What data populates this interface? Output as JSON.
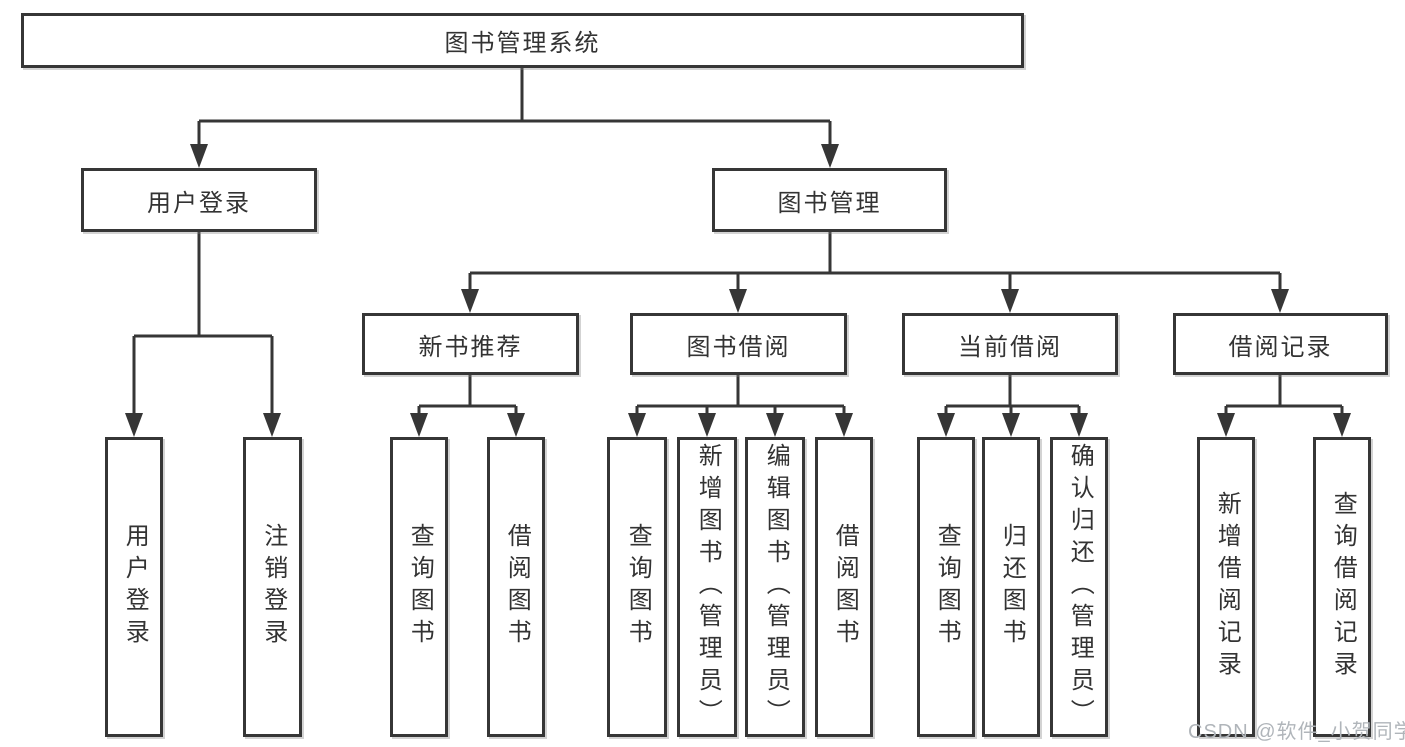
{
  "diagram_type": "hierarchy-tree",
  "colors": {
    "line": "#363636",
    "box_border": "#363636",
    "text": "#333333",
    "background": "#ffffff",
    "watermark": "#b0b5ba"
  },
  "tree": {
    "root": {
      "label": "图书管理系统"
    },
    "branches": [
      {
        "label": "用户登录",
        "leaves": [
          {
            "label": "用户登录"
          },
          {
            "label": "注销登录"
          }
        ]
      },
      {
        "label": "图书管理",
        "groups": [
          {
            "label": "新书推荐",
            "leaves": [
              {
                "label": "查询图书"
              },
              {
                "label": "借阅图书"
              }
            ]
          },
          {
            "label": "图书借阅",
            "leaves": [
              {
                "label": "查询图书"
              },
              {
                "label": "新增图书（管理员）"
              },
              {
                "label": "编辑图书（管理员）"
              },
              {
                "label": "借阅图书"
              }
            ]
          },
          {
            "label": "当前借阅",
            "leaves": [
              {
                "label": "查询图书"
              },
              {
                "label": "归还图书"
              },
              {
                "label": "确认归还（管理员）"
              }
            ]
          },
          {
            "label": "借阅记录",
            "leaves": [
              {
                "label": "新增借阅记录"
              },
              {
                "label": "查询借阅记录"
              }
            ]
          }
        ]
      }
    ]
  },
  "watermark": "CSDN @软件_小贺同学"
}
